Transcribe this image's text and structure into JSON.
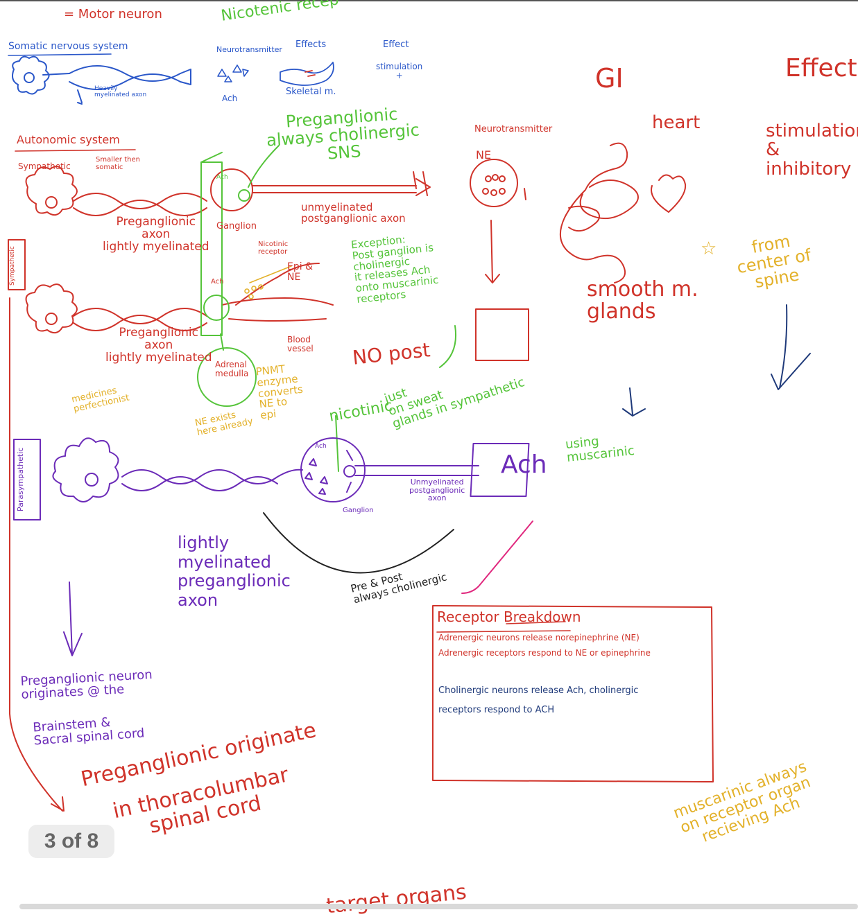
{
  "pager": {
    "label": "3 of 8"
  },
  "colors": {
    "red": "#d0332a",
    "blue": "#2a57c9",
    "green": "#55c43a",
    "purple": "#6b2bb8",
    "orange": "#e3b12a",
    "navy": "#1f3a7a",
    "magenta": "#e0287e"
  },
  "notes": {
    "motor_neuron": "= Motor neuron",
    "nicotinic_top": "Nicotenic recep",
    "somatic_title": "Somatic nervous system",
    "heavily_myelinated": "Heavily\nmyelinated axon",
    "col_neurotransmitter": "Neurotransmitter",
    "col_effects": "Effects",
    "col_effect": "Effect",
    "ach_small": "Ach",
    "skeletal": "Skeletal m.",
    "stimulation_small": "stimulation\n+",
    "gi": "GI",
    "effect_big": "Effect",
    "heart": "heart",
    "stim_inhib": "stimulation\n&\ninhibitory",
    "from_center": "from\ncenter of\nspine",
    "autonomic_title": "Autonomic system",
    "sympathetic": "Sympathetic",
    "smaller": "Smaller then\nsomatic",
    "sympathetic_side": "Sympathetic",
    "pre_axon_1": "Preganglionic\naxon\nlightly myelinated",
    "pre_axon_2": "Preganglionic\naxon\nlightly myelinated",
    "preganglionic_green": "Preganglionic\nalways cholinergic\nSNS",
    "ach_green": "Ach",
    "ganglion_green": "Ganglion",
    "unmyelinated_red": "unmyelinated\npostganglionic axon",
    "nt_red": "Neurotransmitter",
    "ne_red": "NE",
    "nicotinic_receptor": "Nicotinic\nreceptor",
    "ach_small2": "Ach",
    "epi_ne": "Epi &\nNE",
    "exception": "Exception:\nPost ganglion is\ncholinergic\nit releases Ach\nonto muscarinic\nreceptors",
    "no_post": "NO post",
    "blood_vessel": "Blood\nvessel",
    "adrenal_medulla": "Adrenal\nmedulla",
    "pnmt": "PNMT\nenzyme\nconverts\nNE to\nepi",
    "ne_exists": "NE exists\nhere already",
    "medicines": "medicines\nperfectionist",
    "nicotinic_glands": "nicotinic",
    "just_sweat": "just\non sweat\nglands in sympathetic",
    "smooth_m": "smooth m.\nglands",
    "parasympathetic_side": "Parasympathetic",
    "ach_green2": "Ach",
    "ganglion_purple": "Ganglion",
    "unmyelinated_purple": "Unmyelinated\npostganglionic\naxon",
    "ach_box": "Ach",
    "using_muscarinic": "using\nmuscarinic",
    "lightly_purple": "lightly\nmyelinated\npreganglionic\naxon",
    "pre_post": "Pre & Post\nalways cholinergic",
    "receptor_title": "Receptor Breakdown",
    "adrenergic_1": "Adrenergic neurons release norepinephrine (NE)",
    "adrenergic_2": "Adrenergic receptors respond to NE or epinephrine",
    "cholinergic_1": "Cholinergic neurons release Ach, cholinergic",
    "cholinergic_2": "receptors respond to ACH",
    "pre_origin_purple": "Preganglionic neuron\noriginates @ the",
    "brainstem": "Brainstem &\nSacral spinal cord",
    "pre_origin_red": "Preganglionic originate",
    "thoraco": "in thoracolumbar\nspinal cord",
    "muscarinic_orange": "muscarinic always\non receptor organ\nrecieving Ach",
    "target_organs": "target organs"
  }
}
